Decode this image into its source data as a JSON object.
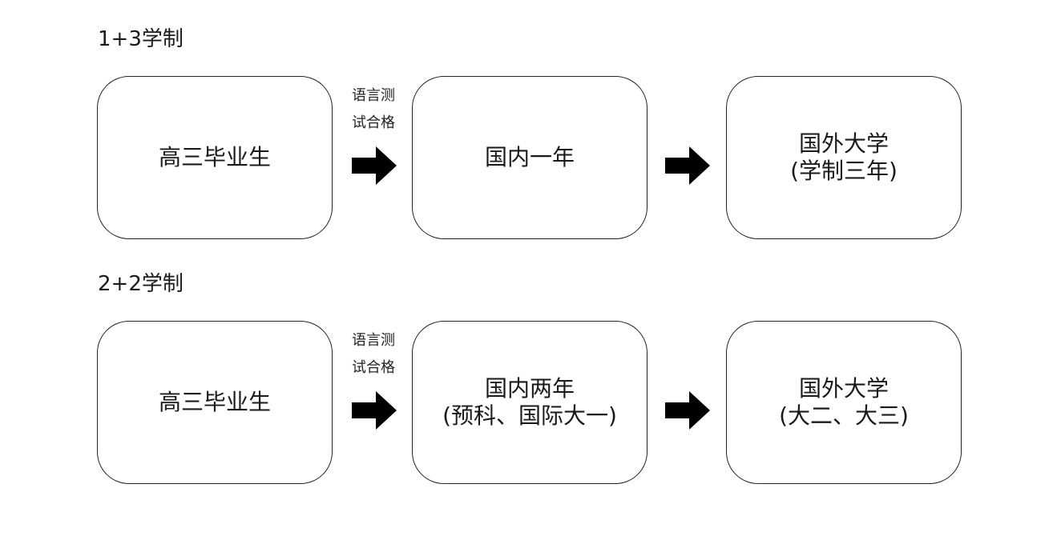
{
  "sections": [
    {
      "title": "1+3学制",
      "condition_lines": [
        "语言测",
        "试合格"
      ],
      "boxes": [
        {
          "lines": [
            "高三毕业生"
          ]
        },
        {
          "lines": [
            "国内一年"
          ]
        },
        {
          "lines": [
            "国外大学",
            "(学制三年)"
          ]
        }
      ]
    },
    {
      "title": "2+2学制",
      "condition_lines": [
        "语言测",
        "试合格"
      ],
      "boxes": [
        {
          "lines": [
            "高三毕业生"
          ]
        },
        {
          "lines": [
            "国内两年",
            "(预科、国际大一)"
          ]
        },
        {
          "lines": [
            "国外大学",
            "(大二、大三)"
          ]
        }
      ]
    }
  ],
  "icons": {
    "arrow": "right-arrow-icon"
  },
  "colors": {
    "stroke": "#222222",
    "arrow_fill": "#000000",
    "background": "#ffffff"
  }
}
